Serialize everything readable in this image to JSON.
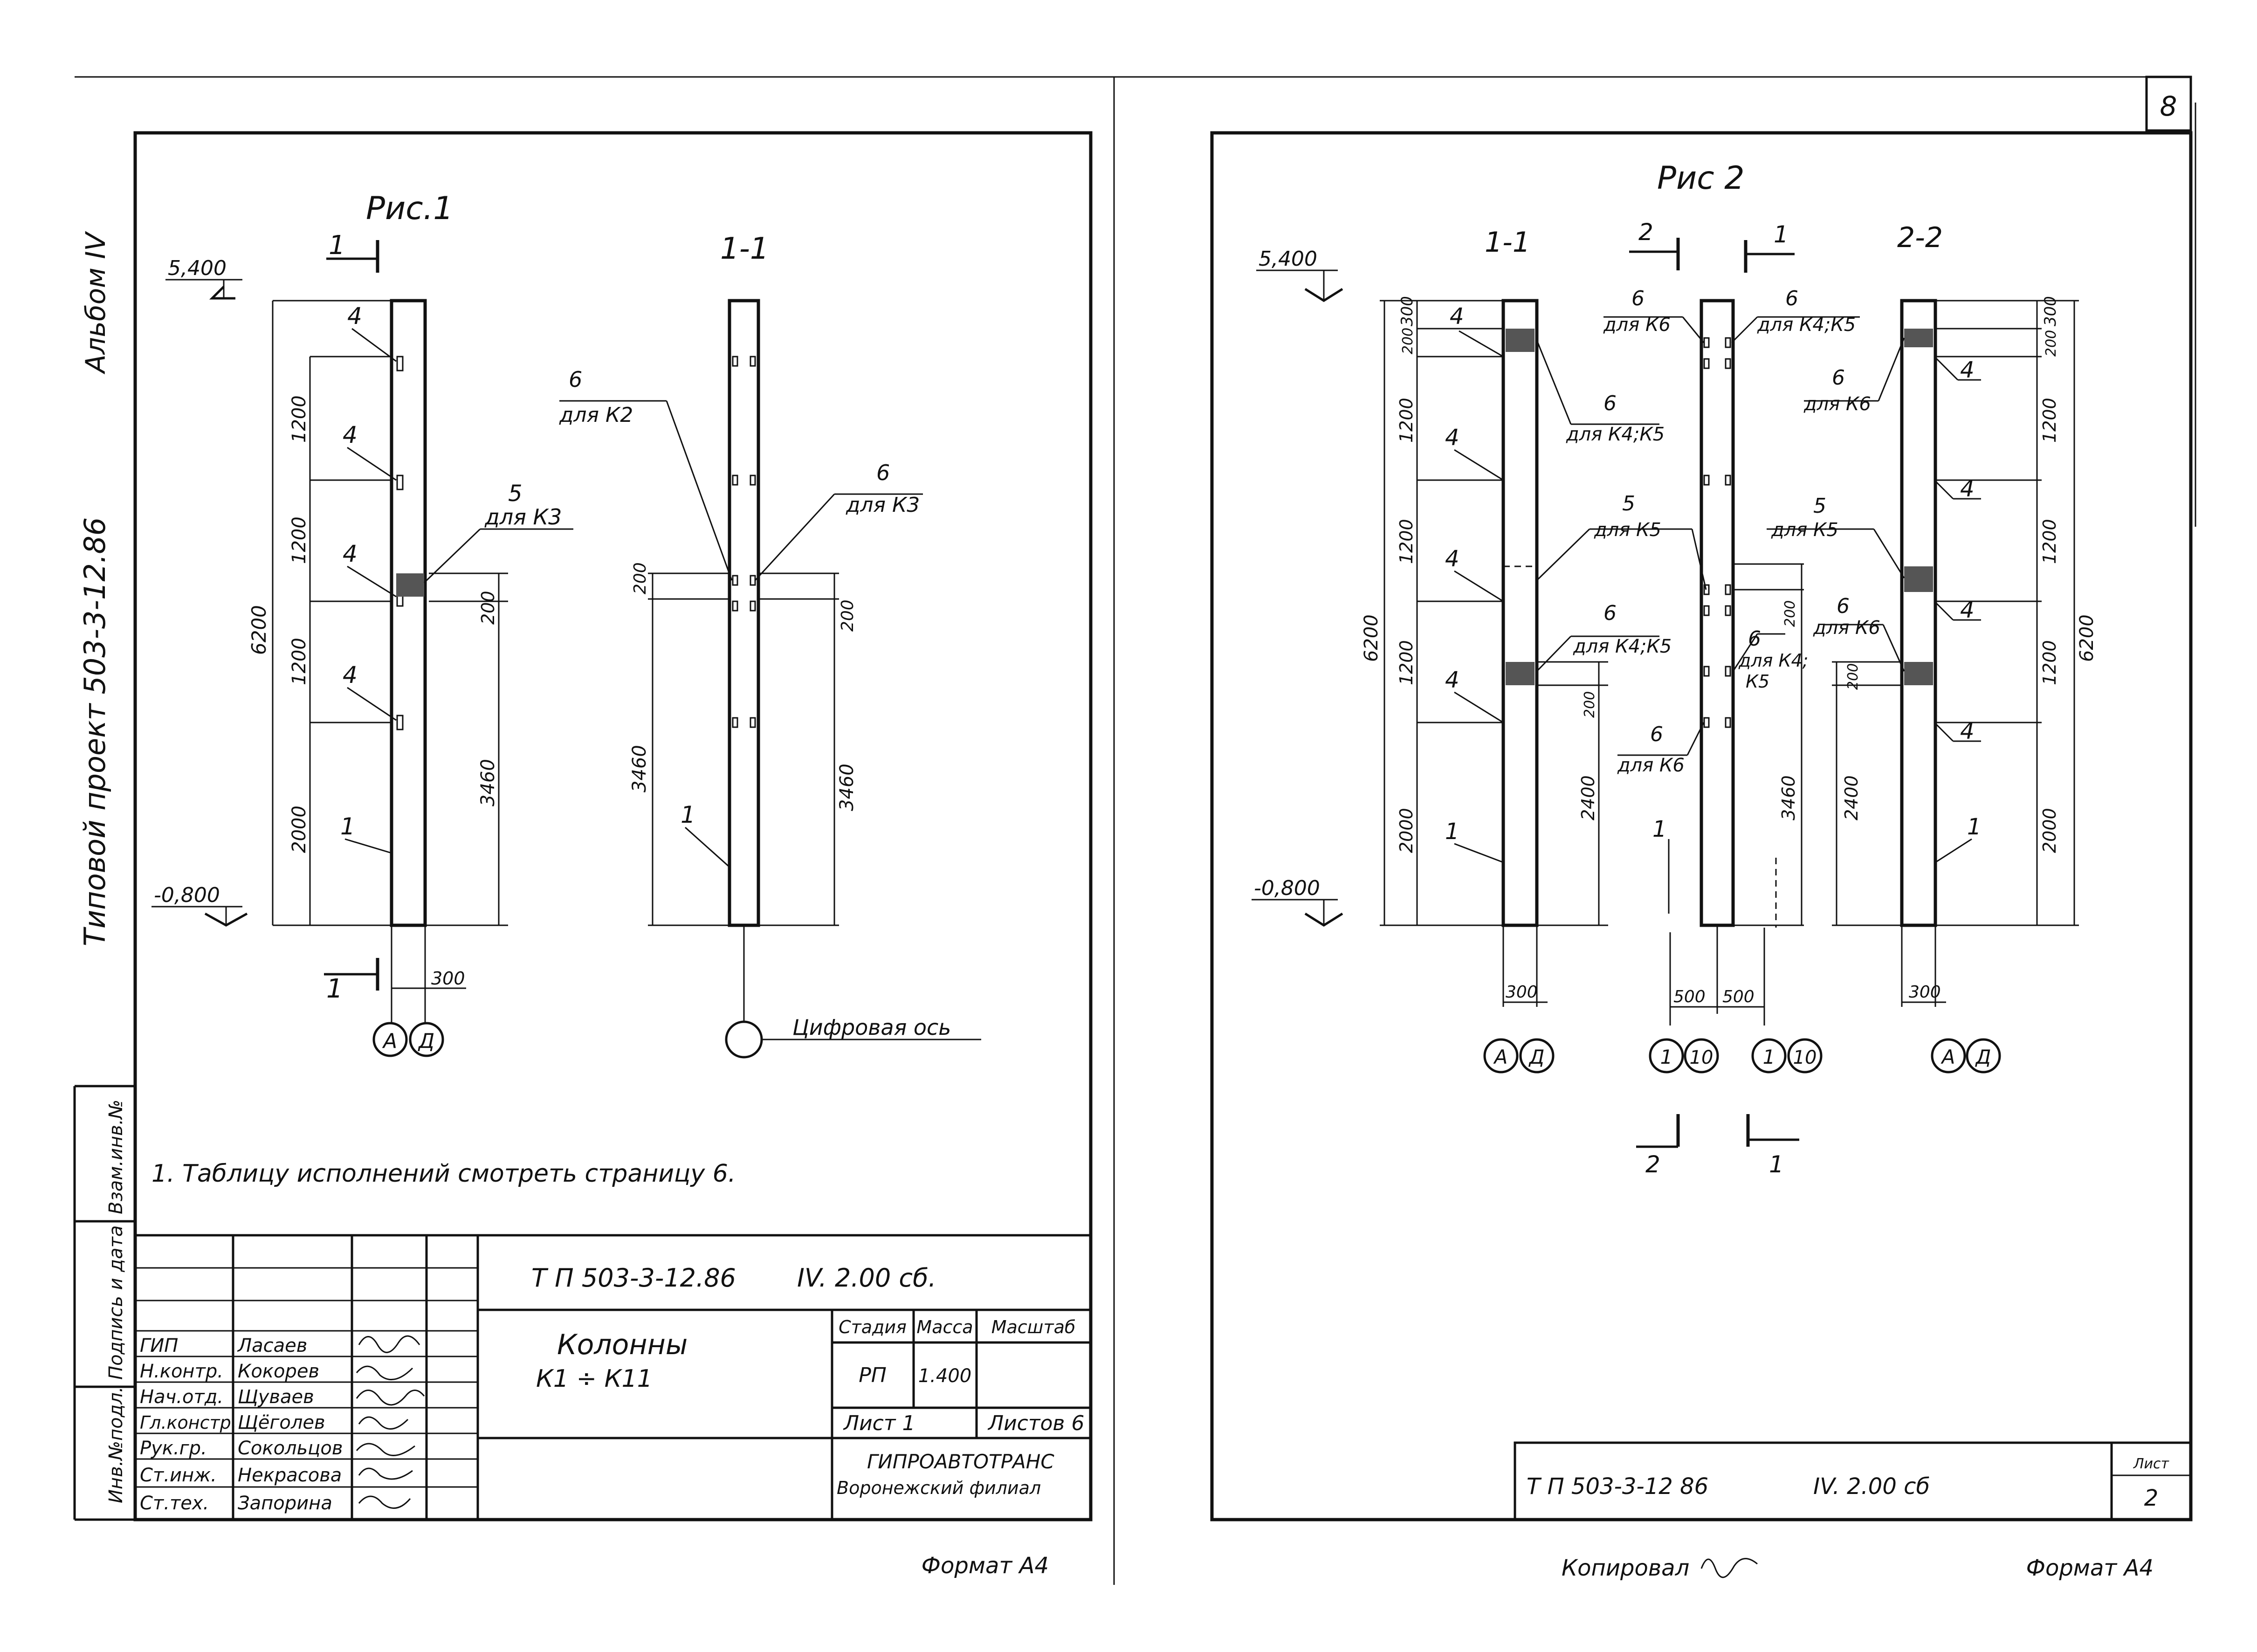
{
  "header": {
    "sheet_number": "8"
  },
  "left_sheet": {
    "side_label": "Типовой проект 503-3-12.86",
    "album": "Альбом IV",
    "stamp_side": [
      "Инв.№подл.",
      "Подпись и дата",
      "Взам.инв.№"
    ],
    "figure1": {
      "title": "Рис.1",
      "section_mark_top": "1",
      "section_mark_bottom": "1",
      "top_level": "5,400",
      "bottom_level": "-0,800",
      "dim_total": "6200",
      "dims_left": [
        "1200",
        "1200",
        "1200",
        "2000"
      ],
      "dim_200": "200",
      "dim_3460": "3460",
      "dim_width": "300",
      "pos4_labels": [
        "4",
        "4",
        "4",
        "4"
      ],
      "pos1": "1",
      "pos5": "5",
      "pos5_note": "для К3",
      "axes": [
        "А",
        "Д"
      ]
    },
    "section11": {
      "title": "1-1",
      "pos6_left": "6",
      "pos6_left_note": "для К2",
      "pos6_right": "6",
      "pos6_right_note": "для К3",
      "dim_200_left": "200",
      "dim_200_right": "200",
      "dim_3460_left": "3460",
      "dim_3460_right": "3460",
      "pos1": "1",
      "axis_note": "Цифровая ось"
    },
    "note": "1. Таблицу исполнений смотреть страницу 6.",
    "title_block": {
      "code": "Т П 503-3-12.86",
      "sheet_code": "IV. 2.00 сб.",
      "name_line1": "Колонны",
      "name_line2": "К1 ÷ К11",
      "col_stage": "Стадия",
      "col_mass": "Масса",
      "col_scale": "Масштаб",
      "stage": "РП",
      "mass": "1.400",
      "sheet": "Лист 1",
      "sheets": "Листов 6",
      "org1": "ГИПРОАВТОТРАНС",
      "org2": "Воронежский филиал",
      "people": [
        {
          "role": "ГИП",
          "name": "Ласаев"
        },
        {
          "role": "Н.контр.",
          "name": "Кокорев"
        },
        {
          "role": "Нач.отд.",
          "name": "Щуваев"
        },
        {
          "role": "Гл.констр.",
          "name": "Щёголев"
        },
        {
          "role": "Рук.гр.",
          "name": "Сокольцов"
        },
        {
          "role": "Ст.инж.",
          "name": "Некрасова"
        },
        {
          "role": "Ст.тех.",
          "name": "Запорина"
        }
      ]
    },
    "format": "Формат А4"
  },
  "right_sheet": {
    "figure2": {
      "title": "Рис 2",
      "sec11": "1-1",
      "sec22": "2-2",
      "mark2": "2",
      "mark1": "1",
      "top_level": "5,400",
      "bottom_level": "-0,800",
      "dim_300": "300",
      "dim_200": "200",
      "dim_1200": "1200",
      "dim_2000": "2000",
      "dim_6200": "6200",
      "dim_2400": "2400",
      "dim_3460": "3460",
      "dim_500a": "500",
      "dim_500b": "500",
      "pos4": "4",
      "pos1": "1",
      "pos5": "5",
      "pos6": "6",
      "note_k6": "для К6",
      "note_k4k5": "для К4;К5",
      "note_k5": "для К5",
      "note_k4k5_split1": "для К4;",
      "note_k4k5_split2": "К5",
      "axes_ad": [
        "А",
        "Д"
      ],
      "axes_num": [
        "1",
        "10"
      ]
    },
    "title_block": {
      "code": "Т П 503-3-12 86",
      "sheet_code": "IV. 2.00 сб",
      "sheet_label": "Лист",
      "sheet_no": "2"
    },
    "copied": "Копировал",
    "format": "Формат А4"
  }
}
